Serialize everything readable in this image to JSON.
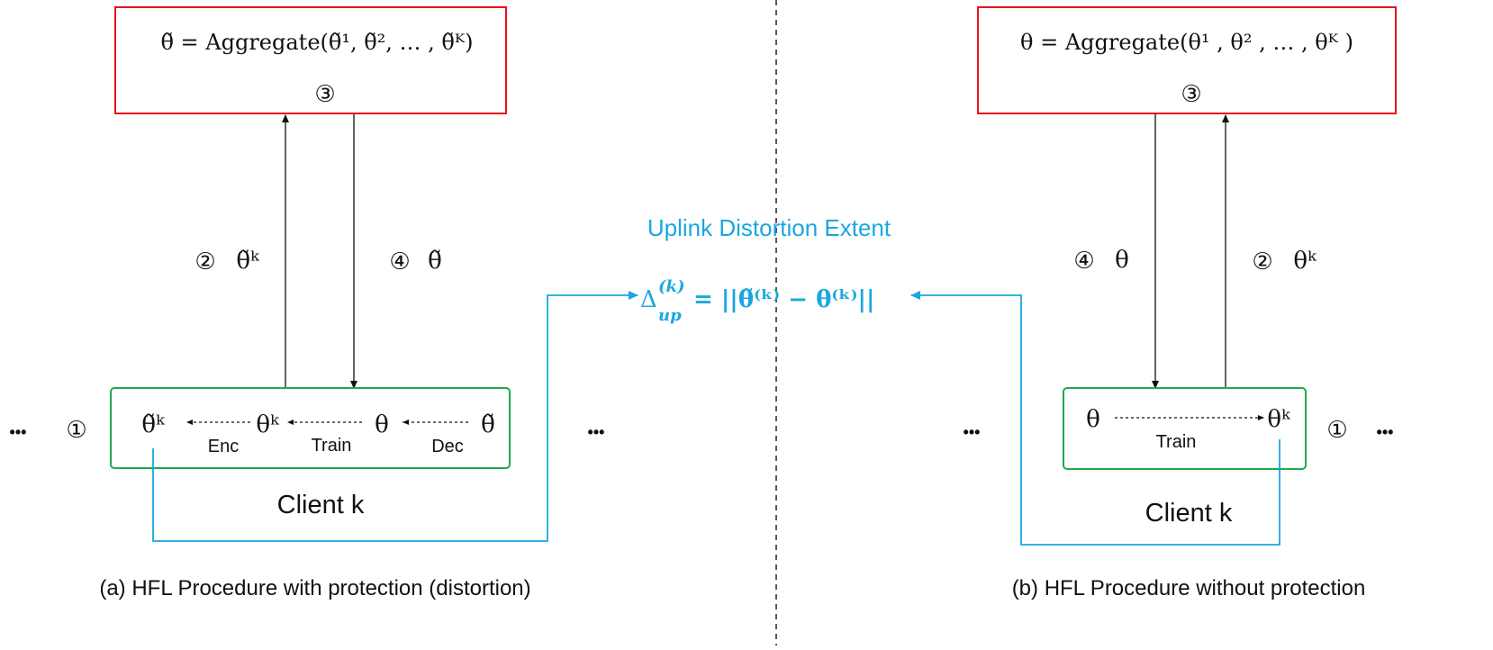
{
  "colors": {
    "server_box": "#e8141b",
    "client_box": "#1fa84a",
    "link": "#1aa7e0",
    "text": "#111111"
  },
  "left": {
    "server_formula": "θ̃ = Aggregate(θ̃¹, θ̃², … , θ̃ᴷ)",
    "server_step": "③",
    "up_step": "②",
    "up_label": "θ̃ᵏ",
    "down_step": "④",
    "down_label": "θ̃",
    "client_step": "①",
    "client_items": [
      "θ̃ᵏ",
      "θᵏ",
      "θ",
      "θ̃"
    ],
    "client_ops": [
      "Enc",
      "Train",
      "Dec"
    ],
    "client_name": "Client k",
    "ellipsis_left": "•••",
    "ellipsis_right": "•••",
    "caption": "(a) HFL Procedure with protection (distortion)"
  },
  "center": {
    "title": "Uplink Distortion Extent",
    "formula_delta": "Δ",
    "formula_sup": "(k)",
    "formula_sub": "up",
    "formula_rhs": "= ||θ̃⁽ᵏ⁾ − θ⁽ᵏ⁾||"
  },
  "right": {
    "server_formula": "θ = Aggregate(θ¹ , θ² , … , θᴷ )",
    "server_step": "③",
    "down_step": "④",
    "down_label": "θ",
    "up_step": "②",
    "up_label": "θᵏ",
    "client_step": "①",
    "client_items": [
      "θ",
      "θᵏ"
    ],
    "client_ops": [
      "Train"
    ],
    "client_name": "Client k",
    "ellipsis_left": "•••",
    "ellipsis_right": "•••",
    "caption": "(b) HFL Procedure without protection"
  }
}
